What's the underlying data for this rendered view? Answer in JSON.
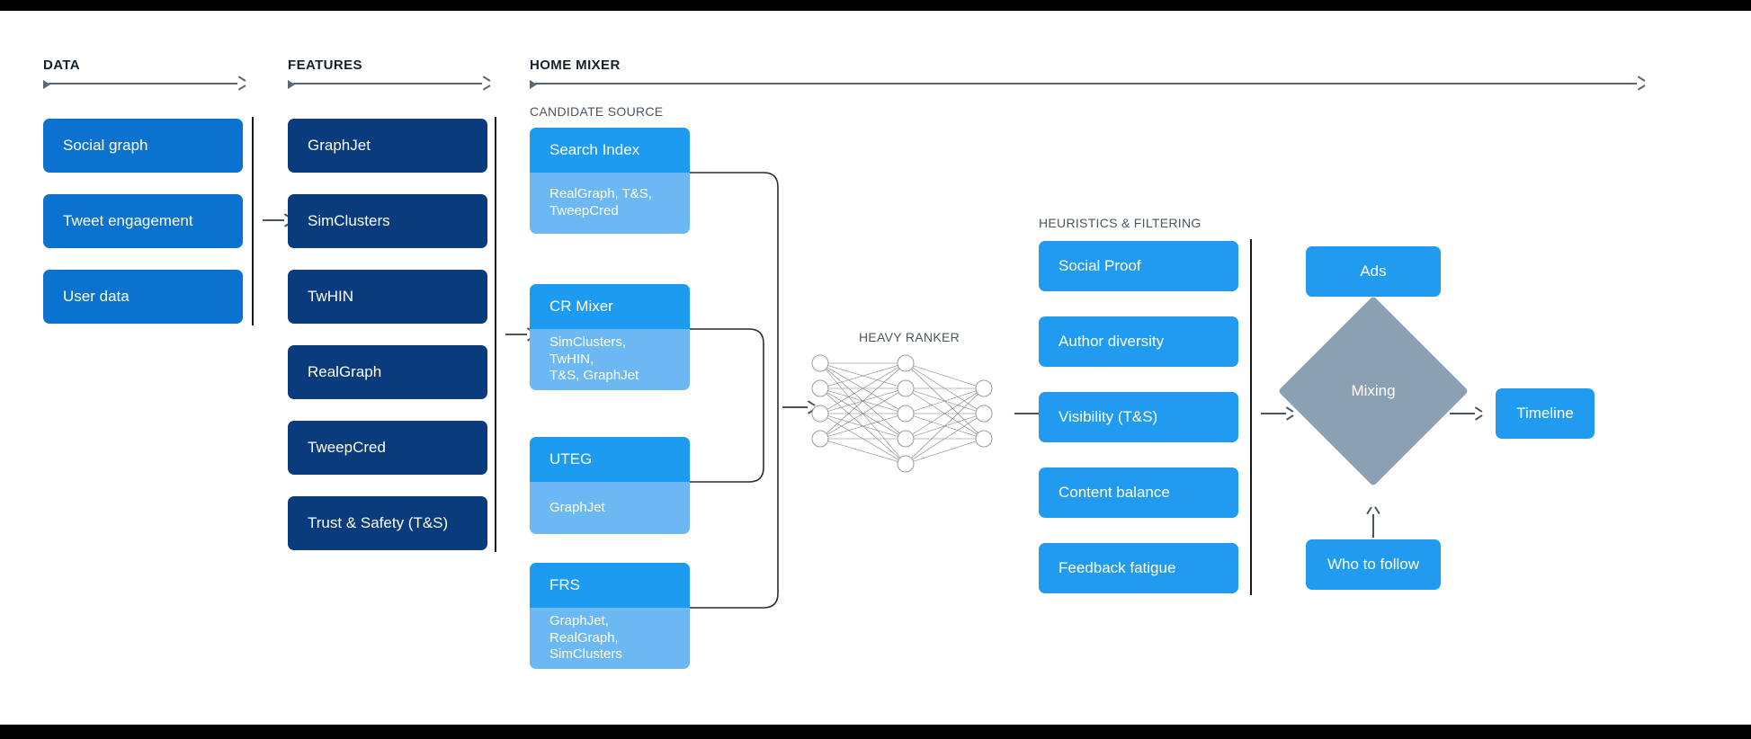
{
  "sections": {
    "data": "DATA",
    "features": "FEATURES",
    "home_mixer": "HOME MIXER",
    "candidate_source": "CANDIDATE SOURCE",
    "heavy_ranker": "HEAVY RANKER",
    "heuristics": "HEURISTICS & FILTERING"
  },
  "data_boxes": [
    {
      "label": "Social graph"
    },
    {
      "label": "Tweet engagement"
    },
    {
      "label": "User data"
    }
  ],
  "feature_boxes": [
    {
      "label": "GraphJet"
    },
    {
      "label": "SimClusters"
    },
    {
      "label": "TwHIN"
    },
    {
      "label": "RealGraph"
    },
    {
      "label": "TweepCred"
    },
    {
      "label": "Trust & Safety (T&S)"
    }
  ],
  "candidate_sources": [
    {
      "title": "Search Index",
      "features": "RealGraph, T&S,\nTweepCred"
    },
    {
      "title": "CR Mixer",
      "features": "SimClusters, TwHIN,\nT&S, GraphJet"
    },
    {
      "title": "UTEG",
      "features": "GraphJet"
    },
    {
      "title": "FRS",
      "features": "GraphJet, RealGraph,\nSimClusters"
    }
  ],
  "heuristic_boxes": [
    {
      "label": "Social Proof"
    },
    {
      "label": "Author diversity"
    },
    {
      "label": "Visibility (T&S)"
    },
    {
      "label": "Content balance"
    },
    {
      "label": "Feedback fatigue"
    }
  ],
  "output": {
    "ads": "Ads",
    "mixing": "Mixing",
    "who_to_follow": "Who to follow",
    "timeline": "Timeline"
  },
  "network": {
    "input_nodes": 4,
    "hidden_nodes": 5,
    "output_nodes": 3
  },
  "colors": {
    "data_blue": "#0B72D0",
    "feature_navy": "#0A3B7C",
    "source_head": "#1D9BF0",
    "source_body": "#6CB8F2",
    "heuristic_blue": "#219BEF",
    "mixing_gray": "#8BA0B3",
    "line": "#4A5560"
  }
}
